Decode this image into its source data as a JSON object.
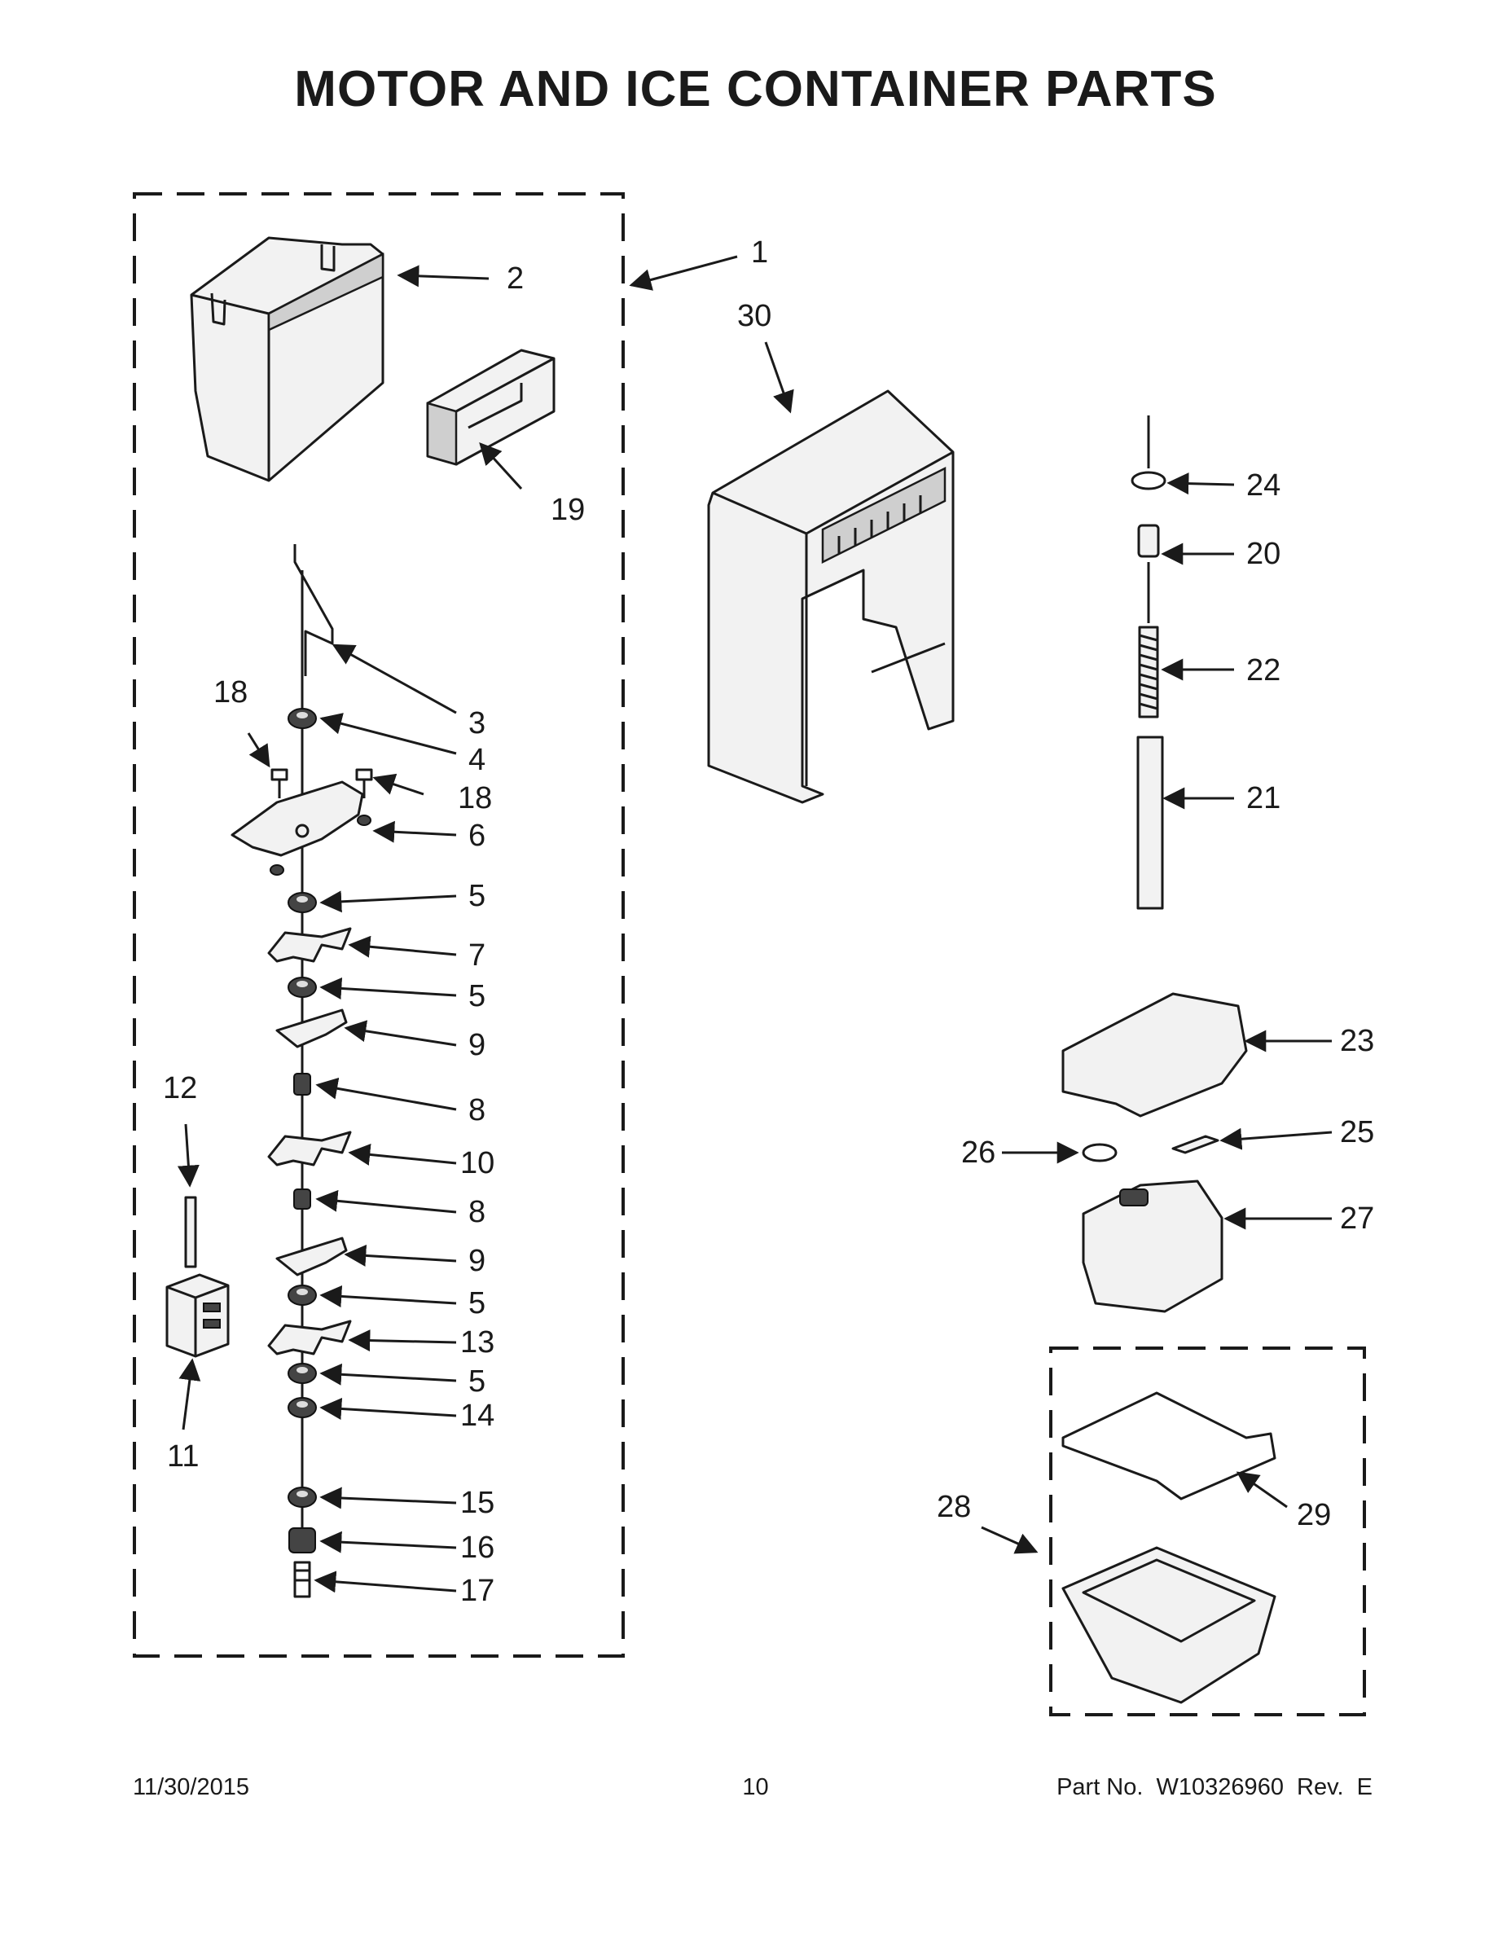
{
  "page": {
    "title": "MOTOR AND ICE CONTAINER PARTS",
    "footer_date": "11/30/2015",
    "footer_page": "10",
    "footer_part": "Part No.  W10326960  Rev.  E"
  },
  "callouts": {
    "c1": "1",
    "c2": "2",
    "c3": "3",
    "c4": "4",
    "c5a": "5",
    "c5b": "5",
    "c5c": "5",
    "c5d": "5",
    "c6": "6",
    "c7": "7",
    "c8a": "8",
    "c8b": "8",
    "c9a": "9",
    "c9b": "9",
    "c10": "10",
    "c11": "11",
    "c12": "12",
    "c13": "13",
    "c14": "14",
    "c15": "15",
    "c16": "16",
    "c17": "17",
    "c18a": "18",
    "c18b": "18",
    "c19": "19",
    "c20": "20",
    "c21": "21",
    "c22": "22",
    "c23": "23",
    "c24": "24",
    "c25": "25",
    "c26": "26",
    "c27": "27",
    "c28": "28",
    "c29": "29",
    "c30": "30"
  },
  "colors": {
    "ink": "#1a1a1a",
    "part_fill": "#f2f2f2",
    "shade": "#cfcfcf"
  }
}
